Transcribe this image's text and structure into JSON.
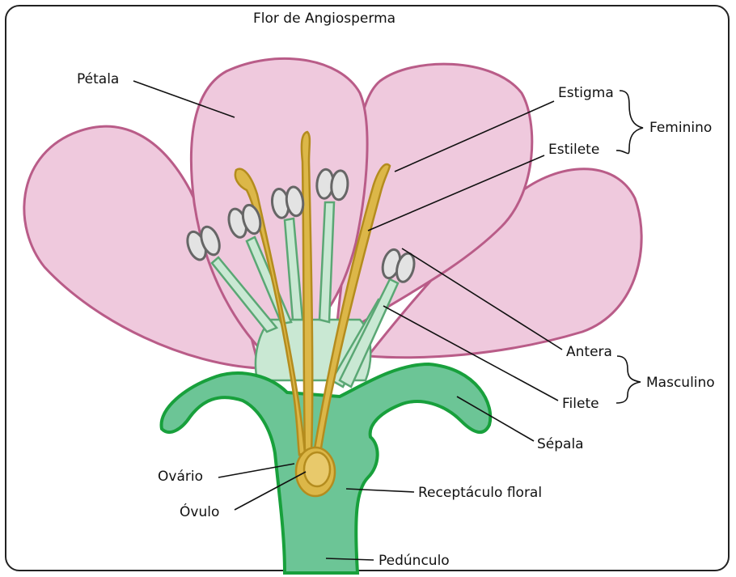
{
  "title": "Flor de Angiosperma",
  "labels": {
    "petala": "Pétala",
    "estigma": "Estigma",
    "estilete": "Estilete",
    "feminino": "Feminino",
    "antera": "Antera",
    "filete": "Filete",
    "masculino": "Masculino",
    "sepala": "Sépala",
    "ovario": "Ovário",
    "ovulo": "Óvulo",
    "receptaculo": "Receptáculo floral",
    "pedunculo": "Pedúnculo"
  },
  "colors": {
    "petal_fill": "#efc9dd",
    "petal_stroke": "#b95c88",
    "receptacle_fill": "#6cc596",
    "receptacle_stroke": "#18a03c",
    "filament_fill": "#c9e8d3",
    "filament_stroke": "#5aa774",
    "pistil_fill": "#dcb748",
    "pistil_stroke": "#b48c1e",
    "anther_fill": "#e3e3e3",
    "anther_stroke": "#666666"
  }
}
